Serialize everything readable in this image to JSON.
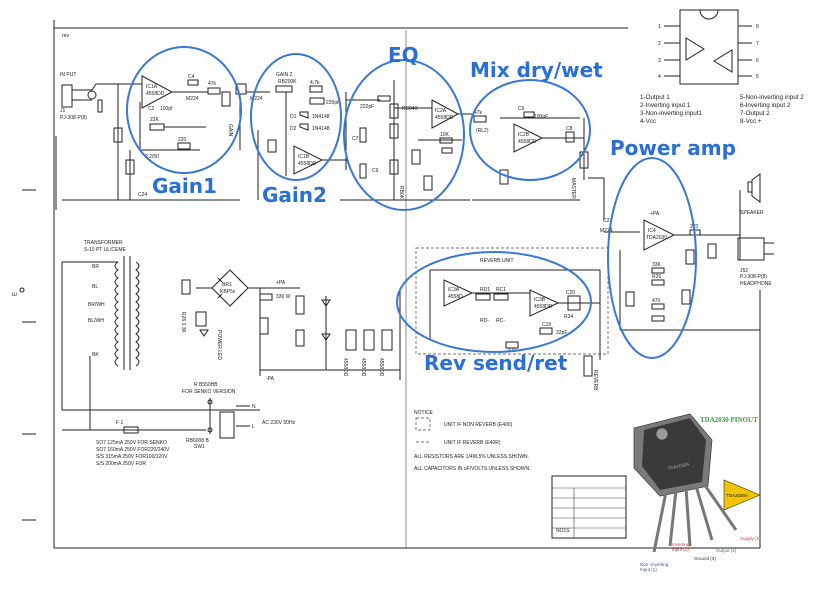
{
  "labels": {
    "gain1": "Gain1",
    "gain2": "Gain2",
    "eq": "EQ",
    "mix": "Mix dry/wet",
    "power": "Power amp",
    "rev": "Rev send/ret"
  },
  "pinout": [
    "1-Output 1",
    "2-Inverting input 1",
    "3-Non-inverting input1",
    "4-Vcc",
    "5-Non-inverting input 2",
    "6-Inverting input 2",
    "7-Output 2",
    "8-Vcc +"
  ],
  "tda": {
    "title": "TDA2030 PINOUT",
    "chip": "TDA2030A",
    "supply": "Supply (5)",
    "inverting": "Inverting\nInput (2)",
    "output": "Output (4)",
    "ground": "Ground (3)",
    "noninv": "Non -Inverting\nInput (1)"
  },
  "schematic": {
    "input": "IN PUT",
    "transformer": "TRANSFORMER",
    "notice": "NOTICE",
    "unit_nonrev": "UNIT IF NON REVERB (E400)",
    "unit_rev": "UNIT IF REVERB (E40R)",
    "resistors": "ALL RESISTORS ARE 1/4W,5% UNLESS SHOWN.",
    "caps": "ALL CAPACITORS IN uF/VOLTS UNLESS SHOWN.",
    "reverb": "REVERB UNIT",
    "speaker": "SPEAKER",
    "headphone": "HEADPHONE",
    "gain2": "GAIN 2",
    "master": "MASTER",
    "power_led": "POWER LED",
    "senko": "FOR SENKO VERSION",
    "fuse1": "SO7 125mA 250V FOR SENKO",
    "fuse2": "SO7 160mA 250V FOR220/240V",
    "fuse3": "S/S 315mA 250V FOR100/120V",
    "fuse4": "S/S 200mA 250V FOR"
  }
}
